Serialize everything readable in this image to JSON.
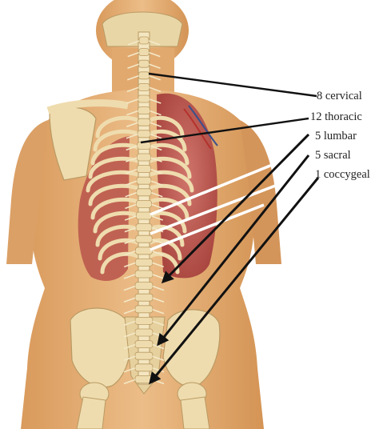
{
  "labels": [
    {
      "text": "8 cervical"
    },
    {
      "text": "12 thoracic"
    },
    {
      "text": "5 lumbar"
    },
    {
      "text": "5 sacral"
    },
    {
      "text": "1 coccygeal"
    }
  ],
  "colors": {
    "skin": "#e8b47c",
    "skin_shadow": "#c98f55",
    "bone": "#efdcae",
    "bone_edge": "#b99a63",
    "lung": "#c45f56",
    "lung_dark": "#9b3d38",
    "nerve": "#f3e9c8",
    "leader_black": "#111111",
    "leader_white": "#ffffff"
  }
}
